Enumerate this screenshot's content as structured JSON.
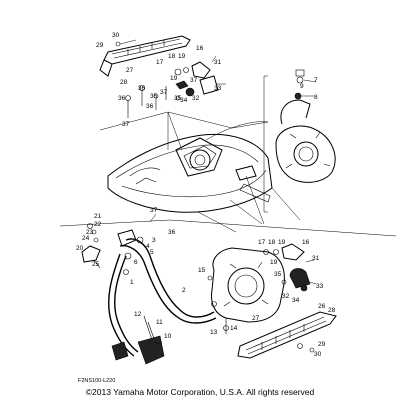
{
  "diagram_code": "F2NS100-L220",
  "copyright": "©2013 Yamaha Motor Corporation, U.S.A. All rights reserved",
  "callouts": {
    "c1": "1",
    "c2": "2",
    "c3": "3",
    "c4": "4",
    "c5": "5",
    "c6": "6",
    "c7": "7",
    "c8": "8",
    "c9": "9",
    "c10": "10",
    "c11": "11",
    "c12": "12",
    "c13": "13",
    "c14": "14",
    "c15": "15",
    "c16": "16",
    "c17": "17",
    "c18": "18",
    "c19": "19",
    "c20": "20",
    "c21": "21",
    "c22": "22",
    "c23": "23",
    "c24": "24",
    "c25": "25",
    "c26": "26",
    "c27": "27",
    "c28": "28",
    "c29": "29",
    "c30": "30",
    "c31": "31",
    "c32": "32",
    "c33": "33",
    "c34": "34",
    "c35": "35",
    "c36": "36",
    "c37": "37"
  }
}
